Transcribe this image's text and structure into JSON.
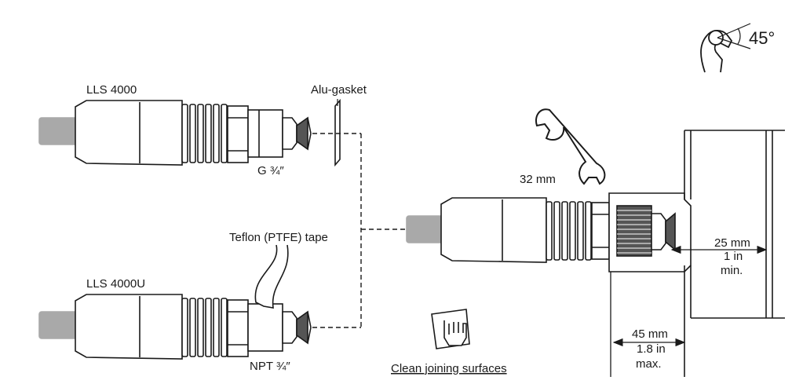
{
  "top_sensor": {
    "model": "LLS 4000",
    "thread": "G ¾″"
  },
  "bottom_sensor": {
    "model": "LLS 4000U",
    "thread": "NPT ¾″"
  },
  "gasket_label": "Alu-gasket",
  "tape_label": "Teflon (PTFE) tape",
  "wrench_size": "32 mm",
  "torque_angle": "45°",
  "clean_label": "Clean joining surfaces",
  "dim_protrusion": {
    "line1": "25 mm",
    "line2": "1 in",
    "line3": "min."
  },
  "dim_depth": {
    "line1": "45 mm",
    "line2": "1.8 in",
    "line3": "max."
  },
  "colors": {
    "stroke": "#1a1a1a",
    "body_fill": "#ffffff",
    "cable_fill": "#a9a9a9",
    "thread_fill": "#555555"
  }
}
